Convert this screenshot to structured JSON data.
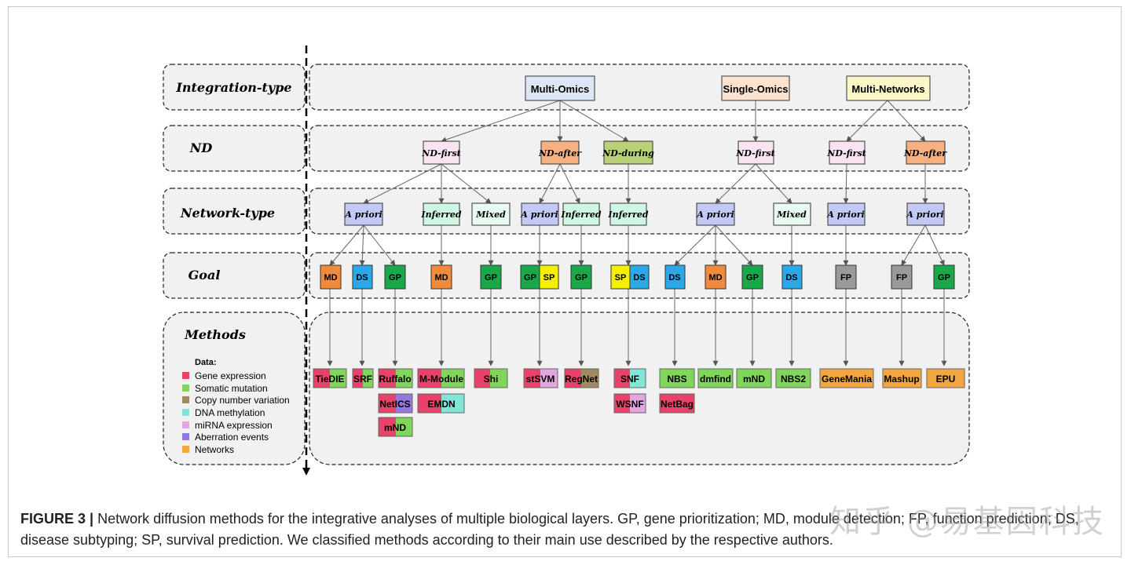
{
  "rows": [
    {
      "id": "integration",
      "label": "Integration-type"
    },
    {
      "id": "nd",
      "label": "ND"
    },
    {
      "id": "network",
      "label": "Network-type"
    },
    {
      "id": "goal",
      "label": "Goal"
    },
    {
      "id": "methods",
      "label": "Methods"
    }
  ],
  "integration_nodes": [
    "Multi-Omics",
    "Single-Omics",
    "Multi-Networks"
  ],
  "nd_nodes": [
    "ND-first",
    "ND-after",
    "ND-during",
    "ND-first",
    "ND-first",
    "ND-after"
  ],
  "network_nodes": [
    "A priori",
    "Inferred",
    "Mixed",
    "A priori",
    "Inferred",
    "Inferred",
    "A priori",
    "Mixed",
    "A priori",
    "A priori"
  ],
  "goal_nodes": [
    "MD",
    "DS",
    "GP",
    "MD",
    "GP",
    "GP",
    "SP",
    "GP",
    "SP",
    "DS",
    "DS",
    "MD",
    "GP",
    "DS",
    "FP",
    "FP",
    "GP"
  ],
  "method_nodes": [
    "TieDIE",
    "SRF",
    "Ruffalo",
    "NetICS",
    "mND",
    "M-Module",
    "EMDN",
    "Shi",
    "stSVM",
    "RegNet",
    "SNF",
    "WSNF",
    "NBS",
    "NetBag",
    "dmfind",
    "mND",
    "NBS2",
    "GeneMania",
    "Mashup",
    "EPU"
  ],
  "legend": {
    "title": "Data:",
    "items": [
      {
        "label": "Gene expression",
        "color": "#e8426a"
      },
      {
        "label": "Somatic mutation",
        "color": "#7fd65a"
      },
      {
        "label": "Copy number variation",
        "color": "#a08a62"
      },
      {
        "label": "DNA methylation",
        "color": "#7fe6d8"
      },
      {
        "label": "miRNA expression",
        "color": "#e2a6e0"
      },
      {
        "label": "Aberration events",
        "color": "#9478e0"
      },
      {
        "label": "Networks",
        "color": "#f2a640"
      }
    ]
  },
  "colors": {
    "MD": "#f08a3c",
    "DS": "#2aa8e8",
    "GP": "#1aa84a",
    "SP": "#f6f000",
    "FP": "#9a9a9a",
    "multi_omics": "#dce6f6",
    "single_omics": "#fbe3d0",
    "multi_networks": "#fdf6c8",
    "nd_first": "#fbe4f2",
    "nd_after": "#f7b080",
    "nd_during": "#b8d078",
    "a_priori": "#c4c8f4",
    "inferred": "#cff6e2",
    "mixed": "#e8fbf0"
  },
  "caption": {
    "figure_label": "FIGURE 3 |",
    "text": " Network diffusion methods for the integrative analyses of multiple biological layers. GP, gene prioritization; MD, module detection; FP, function prediction; DS, disease subtyping; SP, survival prediction. We classified methods according to their main use described by the respective authors."
  },
  "watermark": "知乎 @易基因科技"
}
